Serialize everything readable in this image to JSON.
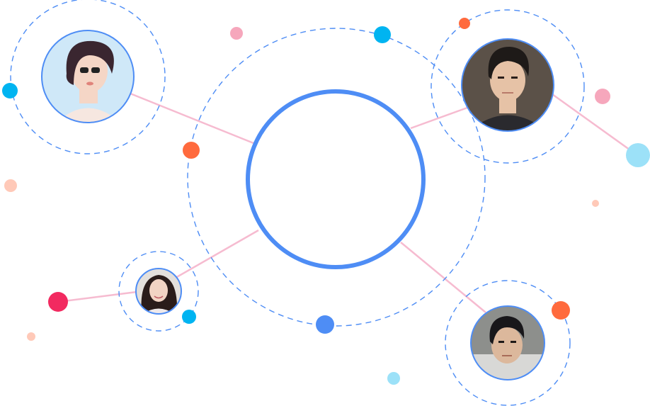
{
  "colors": {
    "background": "#ffffff",
    "central_ring": "#4E8DF5",
    "orbit_dashes": "#4E8DF5",
    "avatar_border": "#4E8DF5",
    "connector_lines": "#F6BBD0",
    "dot_cyan": "#00B4F1",
    "dot_orange": "#FF6A3D",
    "dot_pink": "#F6A7BC",
    "dot_peach": "#FFC9B8",
    "dot_red": "#F22A60",
    "dot_blue": "#4E8DF5",
    "dot_light_blue": "#9CE1F8"
  },
  "avatars": [
    {
      "name": "woman-with-sunglasses",
      "icon": "avatar-woman-short-hair",
      "bg": "#cfe8f8",
      "skin": "#f5d6c6",
      "hair": "#3a2630",
      "cloth": "#f6e7e0"
    },
    {
      "name": "man-in-suit",
      "icon": "avatar-man-dark-hair",
      "bg": "#5b5148",
      "skin": "#e6c2a6",
      "hair": "#1e1a18",
      "cloth": "#2a2a2e"
    },
    {
      "name": "woman-smiling",
      "icon": "avatar-woman-long-hair",
      "bg": "#e4e0dc",
      "skin": "#f2d4c4",
      "hair": "#2a1c1a",
      "cloth": "#efe9ea"
    },
    {
      "name": "man-lying",
      "icon": "avatar-man-short-hair",
      "bg": "#8d8f8c",
      "skin": "#dcb89c",
      "hair": "#18171a",
      "cloth": "#d8d8d6"
    }
  ]
}
